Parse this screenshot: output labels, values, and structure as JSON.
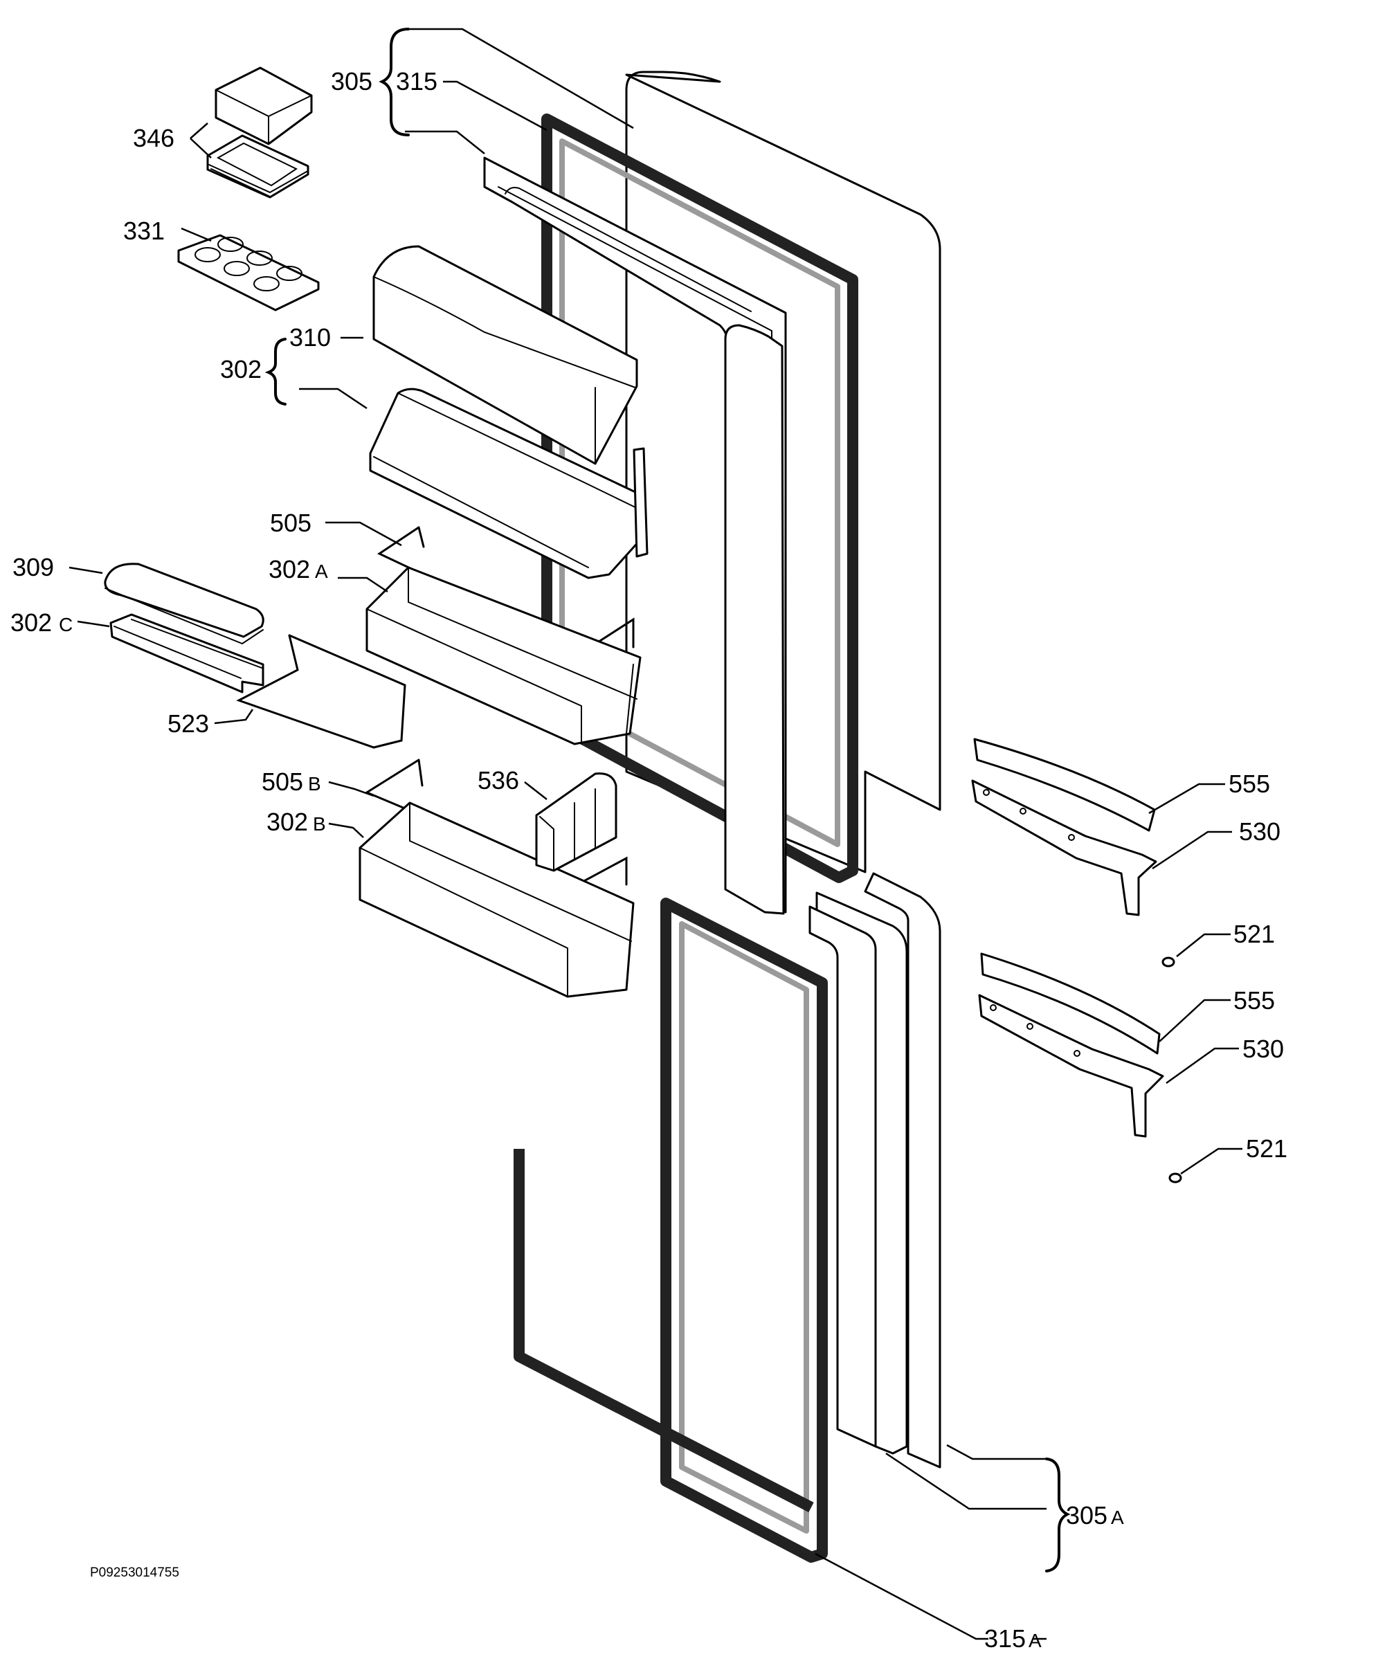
{
  "labels": {
    "l305": "305",
    "l315": "315",
    "l346": "346",
    "l331": "331",
    "l310": "310",
    "l302": "302",
    "l505": "505",
    "l302a": "302",
    "l302a_sfx": "A",
    "l309": "309",
    "l302c": "302",
    "l302c_sfx": "C",
    "l523": "523",
    "l505b": "505",
    "l505b_sfx": "B",
    "l536": "536",
    "l302b": "302",
    "l302b_sfx": "B",
    "l555a": "555",
    "l530a": "530",
    "l521a": "521",
    "l555b": "555",
    "l530b": "530",
    "l521b": "521",
    "l305a": "305",
    "l305a_sfx": "A",
    "l315a": "315",
    "l315a_sfx": "A"
  },
  "drawing_code": "P09253014755"
}
